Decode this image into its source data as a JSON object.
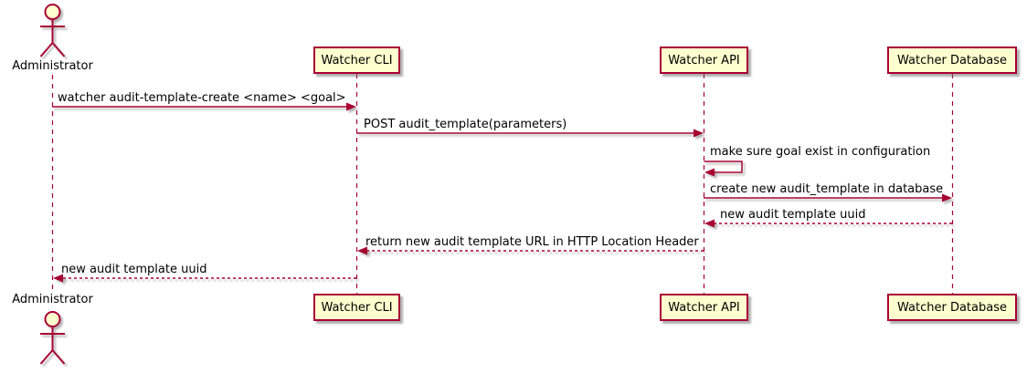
{
  "diagram_type": "uml-sequence-diagram",
  "colors": {
    "participant_fill": "#FEFECE",
    "border": "#A80036",
    "lifeline": "#A80036",
    "arrow": "#A80036",
    "text": "#000000",
    "shadow": "#6E6E6E"
  },
  "actor": {
    "label": "Administrator"
  },
  "participants": [
    {
      "label": "Watcher CLI"
    },
    {
      "label": "Watcher API"
    },
    {
      "label": "Watcher Database"
    }
  ],
  "messages": [
    {
      "from": "Administrator",
      "to": "Watcher CLI",
      "label": "watcher audit-template-create <name> <goal>",
      "line": "solid",
      "direction": "right"
    },
    {
      "from": "Watcher CLI",
      "to": "Watcher API",
      "label": "POST audit_template(parameters)",
      "line": "solid",
      "direction": "right"
    },
    {
      "from": "Watcher API",
      "to": "Watcher API",
      "label": "make sure goal exist in configuration",
      "line": "solid",
      "direction": "self"
    },
    {
      "from": "Watcher API",
      "to": "Watcher Database",
      "label": "create new audit_template in database",
      "line": "solid",
      "direction": "right"
    },
    {
      "from": "Watcher Database",
      "to": "Watcher API",
      "label": "new audit template uuid",
      "line": "dashed",
      "direction": "left"
    },
    {
      "from": "Watcher API",
      "to": "Watcher CLI",
      "label": "return new audit template URL in HTTP Location Header",
      "line": "dashed",
      "direction": "left"
    },
    {
      "from": "Watcher CLI",
      "to": "Administrator",
      "label": "new audit template uuid",
      "line": "dashed",
      "direction": "left"
    }
  ]
}
